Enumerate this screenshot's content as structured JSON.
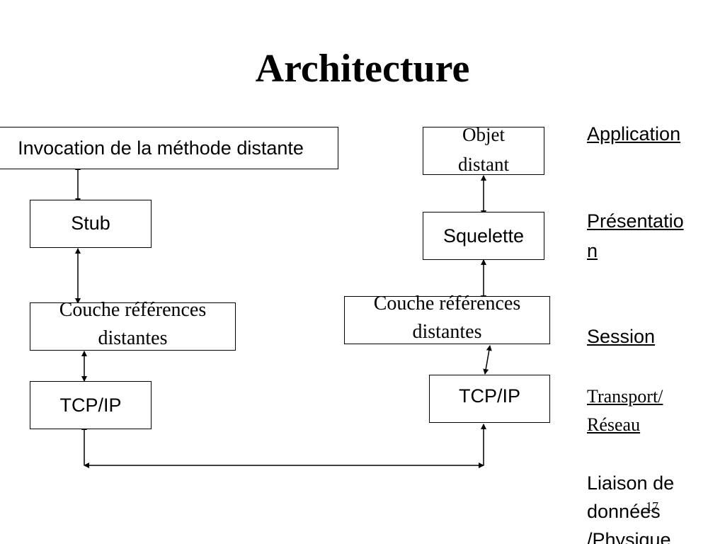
{
  "slide": {
    "title": "Architecture",
    "page_number": "17"
  },
  "client": {
    "invocation": "Invocation de la méthode distante",
    "stub": "Stub",
    "ref_layer": "Couche références distantes",
    "tcpip": "TCP/IP"
  },
  "server": {
    "object": "Objet distant",
    "skeleton": "Squelette",
    "ref_layer": "Couche références distantes",
    "tcpip": "TCP/IP"
  },
  "layers": {
    "application": "Application",
    "presentation_1": "Présentatio",
    "presentation_2": "n",
    "session": "Session",
    "transport_1": "Transport/",
    "transport_2": "Réseau",
    "liaison_1": "Liaison de",
    "liaison_2": "données",
    "liaison_3": "/Physique"
  }
}
